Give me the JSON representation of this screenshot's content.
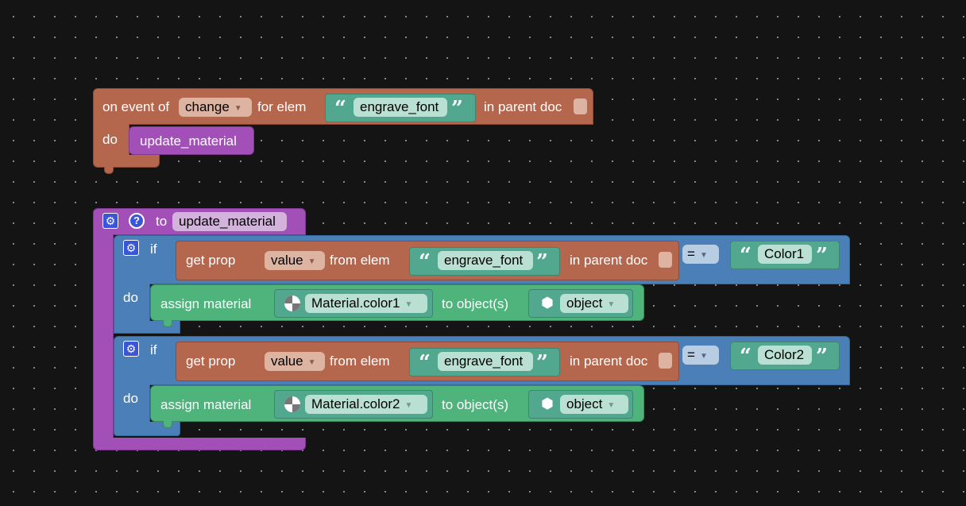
{
  "block1": {
    "on_event_label": "on event of",
    "event_value": "change",
    "for_elem_label": "for elem",
    "elem_string": "engrave_font",
    "in_parent_doc_label": "in parent doc",
    "do_label": "do",
    "call_name": "update_material"
  },
  "proc": {
    "to_label": "to",
    "name": "update_material",
    "if_blocks": [
      {
        "if_label": "if",
        "get_prop_label": "get prop",
        "prop_value": "value",
        "from_elem_label": "from elem",
        "elem_string": "engrave_font",
        "in_parent_doc_label": "in parent doc",
        "operator": "=",
        "compare_string": "Color1",
        "do_label": "do",
        "assign_label": "assign material",
        "material": "Material.color1",
        "to_objects_label": "to object(s)",
        "object": "object"
      },
      {
        "if_label": "if",
        "get_prop_label": "get prop",
        "prop_value": "value",
        "from_elem_label": "from elem",
        "elem_string": "engrave_font",
        "in_parent_doc_label": "in parent doc",
        "operator": "=",
        "compare_string": "Color2",
        "do_label": "do",
        "assign_label": "assign material",
        "material": "Material.color2",
        "to_objects_label": "to object(s)",
        "object": "object"
      }
    ]
  },
  "colors": {
    "event_block": "#b5674d",
    "procedure_block": "#a34fb8",
    "logic_block": "#4a7fb7",
    "action_block": "#4fb37c",
    "text_block": "#52a88f",
    "canvas": "#141414"
  },
  "icons": {
    "mutator": "gear-icon",
    "help": "help-icon",
    "material": "material-sphere-icon",
    "object": "cube-icon",
    "quote_open": "open-quote-icon",
    "quote_close": "close-quote-icon",
    "dropdown": "dropdown-arrow-icon"
  }
}
